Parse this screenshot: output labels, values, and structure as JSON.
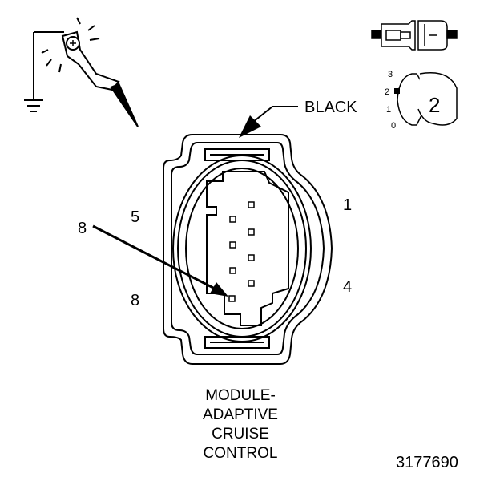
{
  "diagram": {
    "wire_color_label": "BLACK",
    "pin_labels": {
      "top_left": "5",
      "top_right": "1",
      "bottom_left": "8",
      "bottom_right": "4"
    },
    "callout_pin": "8",
    "lock_position_numbers": [
      "3",
      "2",
      "1",
      "0"
    ],
    "lock_badge": "2",
    "caption_lines": [
      "MODULE-",
      "ADAPTIVE",
      "CRUISE",
      "CONTROL"
    ],
    "figure_number": "3177690"
  }
}
